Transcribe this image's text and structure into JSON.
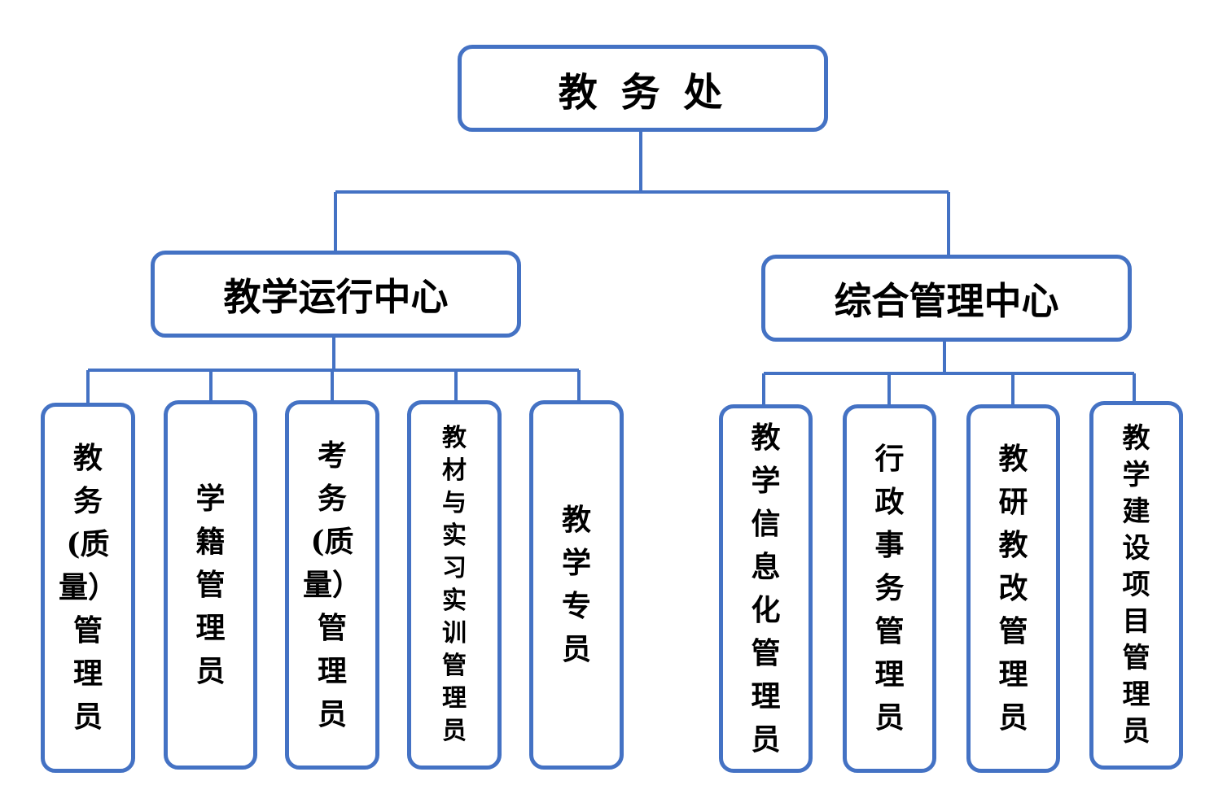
{
  "colors": {
    "border": "#4472C4",
    "text": "#000000",
    "background": "#FFFFFF"
  },
  "root": {
    "label": "教 务 处"
  },
  "departments": [
    {
      "label": "教学运行中心",
      "roles": [
        {
          "lines": [
            "教",
            "务",
            "(质",
            "量）",
            "管",
            "理",
            "员"
          ]
        },
        {
          "lines": [
            "学",
            "籍",
            "管",
            "理",
            "员"
          ]
        },
        {
          "lines": [
            "考",
            "务",
            "(质",
            "量）",
            "管",
            "理",
            "员"
          ]
        },
        {
          "lines": [
            "教",
            "材",
            "与",
            "实",
            "习",
            "实",
            "训",
            "管",
            "理",
            "员"
          ]
        },
        {
          "lines": [
            "教",
            "学",
            "专",
            "员"
          ]
        }
      ]
    },
    {
      "label": "综合管理中心",
      "roles": [
        {
          "lines": [
            "教",
            "学",
            "信",
            "息",
            "化",
            "管",
            "理",
            "员"
          ]
        },
        {
          "lines": [
            "行",
            "政",
            "事",
            "务",
            "管",
            "理",
            "员"
          ]
        },
        {
          "lines": [
            "教",
            "研",
            "教",
            "改",
            "管",
            "理",
            "员"
          ]
        },
        {
          "lines": [
            "教",
            "学",
            "建",
            "设",
            "项",
            "目",
            "管",
            "理",
            "员"
          ]
        }
      ]
    }
  ]
}
